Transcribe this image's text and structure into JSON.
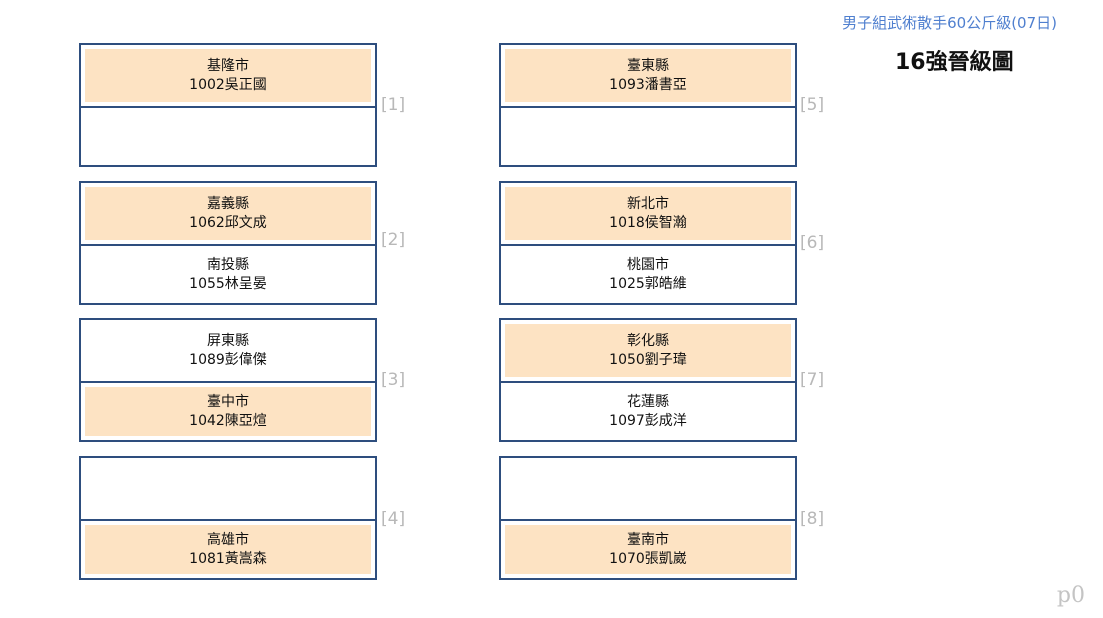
{
  "header": {
    "subtitle": "男子組武術散手60公斤級(07日)",
    "title": "16強晉級圖"
  },
  "matches": [
    {
      "number": "[1]",
      "top": {
        "city": "基隆市",
        "player": "1002吳正國",
        "winner": true
      },
      "bottom": {
        "city": "",
        "player": "",
        "winner": false
      }
    },
    {
      "number": "[2]",
      "top": {
        "city": "嘉義縣",
        "player": "1062邱文成",
        "winner": true
      },
      "bottom": {
        "city": "南投縣",
        "player": "1055林呈晏",
        "winner": false
      }
    },
    {
      "number": "[3]",
      "top": {
        "city": "屏東縣",
        "player": "1089彭偉傑",
        "winner": false
      },
      "bottom": {
        "city": "臺中市",
        "player": "1042陳亞煊",
        "winner": true
      }
    },
    {
      "number": "[4]",
      "top": {
        "city": "",
        "player": "",
        "winner": false
      },
      "bottom": {
        "city": "高雄市",
        "player": "1081黃嵩森",
        "winner": true
      }
    },
    {
      "number": "[5]",
      "top": {
        "city": "臺東縣",
        "player": "1093潘書亞",
        "winner": true
      },
      "bottom": {
        "city": "",
        "player": "",
        "winner": false
      }
    },
    {
      "number": "[6]",
      "top": {
        "city": "新北市",
        "player": "1018侯智瀚",
        "winner": true
      },
      "bottom": {
        "city": "桃園市",
        "player": "1025郭皓維",
        "winner": false
      }
    },
    {
      "number": "[7]",
      "top": {
        "city": "彰化縣",
        "player": "1050劉子瑋",
        "winner": true
      },
      "bottom": {
        "city": "花蓮縣",
        "player": "1097彭成洋",
        "winner": false
      }
    },
    {
      "number": "[8]",
      "top": {
        "city": "",
        "player": "",
        "winner": false
      },
      "bottom": {
        "city": "臺南市",
        "player": "1070張凱崴",
        "winner": true
      }
    }
  ],
  "page_tag": "p0",
  "colors": {
    "winner_fill": "#fde3c3",
    "border": "#2e4e7e",
    "subtitle": "#4f7fcf",
    "match_number": "#b8b8b8"
  }
}
